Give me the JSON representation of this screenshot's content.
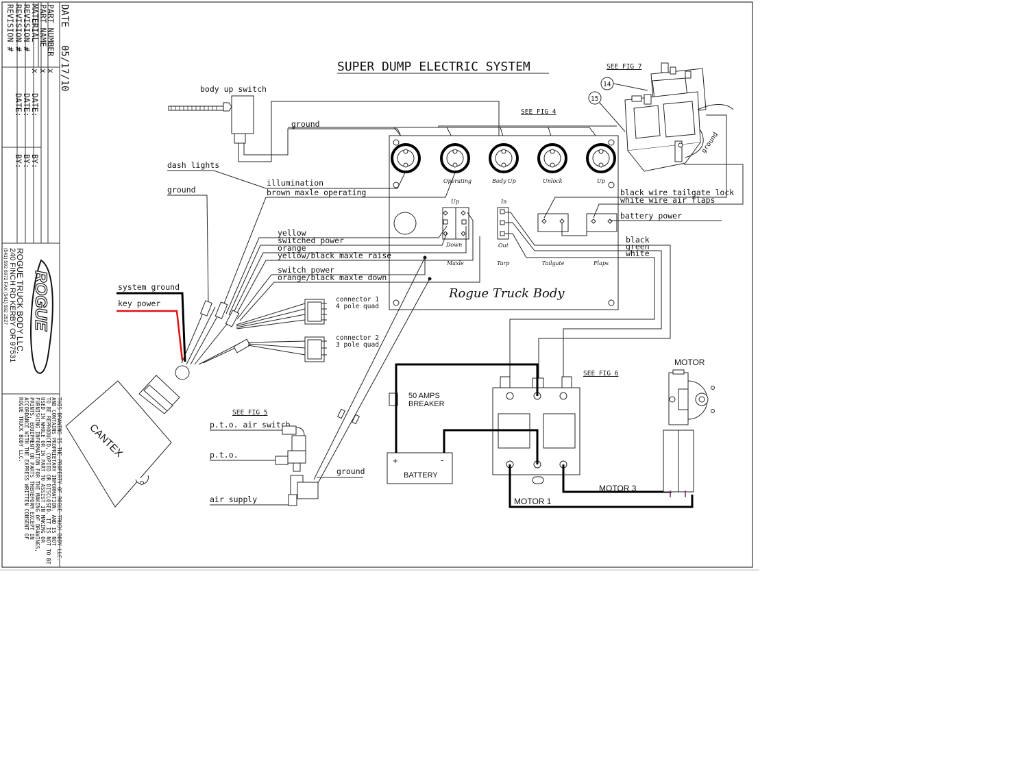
{
  "title_block": {
    "date_label": "DATE",
    "date_value": "05/17/10",
    "part_number_label": "PART NUMBER",
    "part_number_value": "x",
    "part_name_label": "PART NAME",
    "part_name_value": "x",
    "material_label": "MATERIAL",
    "material_value": "x",
    "revision_label": "REVISION #",
    "date_col": "DATE:",
    "by_col": "BY:",
    "company_name": "ROGUE TRUCK BODY LLC.",
    "address": "240 FINCH RD  KERBY OR  97531",
    "phone": "(541) 592 6972   FAX (541) 592 2527",
    "logo_text": "ROGUE",
    "disclaimer": [
      "THIS DRAWING IS THE PROPERTY OF ROGUE TRUCK BODY LLC.",
      "AND CONTAINS PROPRIETARY INFORMATION, AND IS NOT",
      "TO BE REPRODUCED, COPIED OR DISCLOSED. IT IS NOT TO BE",
      "USED IN WHOLE OR IN PART TO ASSIST IN MAKING OR",
      "FURNISHING INFORMATION FOR THE MAKING OF DRAWINGS,",
      "PRINTS, EQUIPMENT OR PARTS THEREFORM EXCEPT IN",
      "ACCORDANCE WITH THE EXPRESS WRITTEN CONSENT OF",
      "ROGUE TRUCK BODY LLC."
    ]
  },
  "diagram": {
    "title": "SUPER DUMP ELECTRIC SYSTEM",
    "refs": {
      "fig4": "SEE FIG 4",
      "fig5": "SEE FIG 5",
      "fig6": "SEE FIG 6",
      "fig7": "SEE FIG 7"
    },
    "callouts": {
      "c14": "14",
      "c15": "15"
    },
    "panel": {
      "brand": "Rogue Truck Body",
      "gauges": [
        "Operating",
        "Body Up",
        "Unlock",
        "Up"
      ],
      "switch_labels": {
        "maxle_up": "Up",
        "maxle_down": "Down",
        "tarp_in": "In",
        "tarp_out": "Out",
        "maxle": "Maxle",
        "tarp": "Tarp",
        "tailgate": "Tailgate",
        "flaps": "Flaps"
      }
    },
    "labels": {
      "body_up_switch": "body up switch",
      "ground_top": "ground",
      "dash_lights": "dash lights",
      "ground_left": "ground",
      "illumination": "illumination",
      "brown_maxle": "brown maxle operating",
      "yellow": "yellow",
      "switched_power": "switched power",
      "orange": "orange",
      "yellow_black": "yellow/black maxle raise",
      "switch_power": "switch power",
      "orange_black": "orange/black maxle down",
      "system_ground": "system ground",
      "key_power": "key power",
      "connector1_a": "connector 1",
      "connector1_b": "4 pole quad",
      "connector2_a": "connector 2",
      "connector2_b": "3 pole quad",
      "cantex": "CANTEX",
      "pto_air_switch": "p.t.o. air switch",
      "pto": "p.t.o.",
      "air_supply": "air supply",
      "ground_bottom": "ground",
      "black_wire": "black wire tailgate lock",
      "white_wire": "white wire air flaps",
      "battery_power": "battery power",
      "black": "black",
      "green": "green",
      "white": "white",
      "ground_fig7": "ground",
      "breaker_a": "50 AMPS",
      "breaker_b": "BREAKER",
      "battery": "BATTERY",
      "plus": "+",
      "minus": "-",
      "motor": "MOTOR",
      "motor1": "MOTOR 1",
      "motor3": "MOTOR 3"
    }
  },
  "colors": {
    "key_power": "#e01010",
    "ink": "#222222"
  }
}
